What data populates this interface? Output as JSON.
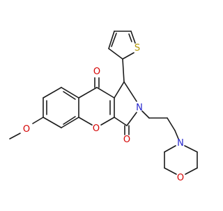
{
  "molecule": {
    "colors": {
      "bond": "#1a1a1a",
      "oxygen": "#d40000",
      "nitrogen": "#2424cc",
      "sulfur": "#b29600",
      "background": "#ffffff"
    },
    "atom_labels": {
      "o_ketone": "O",
      "o_lactam": "O",
      "o_ring": "O",
      "o_methoxy": "O",
      "o_morpholine": "O",
      "n_pyrrolidine": "N",
      "n_morpholine": "N",
      "s_thiophene": "S"
    }
  }
}
